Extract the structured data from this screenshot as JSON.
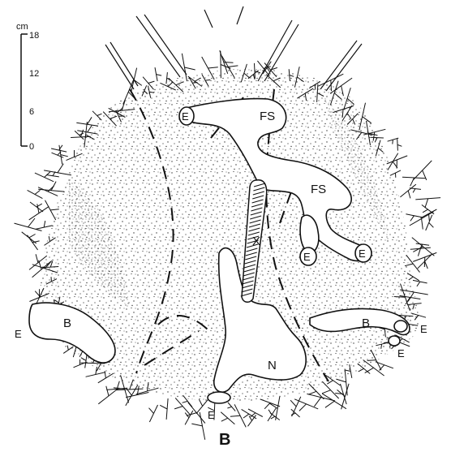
{
  "figure": {
    "panel_label": "B",
    "scale": {
      "unit": "cm",
      "ticks": [
        "18",
        "12",
        "6",
        "0"
      ]
    },
    "labels": {
      "FS1": "FS",
      "FS2": "FS",
      "X": "X",
      "N": "N",
      "B_left": "B",
      "B_right": "B",
      "E": "E"
    }
  }
}
